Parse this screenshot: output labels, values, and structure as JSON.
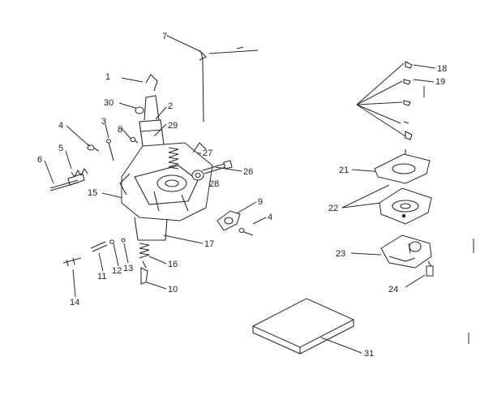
{
  "diagram": {
    "labels": {
      "l1": "1",
      "l2": "2",
      "l3": "3",
      "l4a": "4",
      "l4b": "4",
      "l5": "5",
      "l6": "6",
      "l7": "7",
      "l8": "8",
      "l9": "9",
      "l10": "10",
      "l11": "11",
      "l12": "12",
      "l13": "13",
      "l14": "14",
      "l15": "15",
      "l16": "16",
      "l17": "17",
      "l18": "18",
      "l19": "19",
      "l21": "21",
      "l22": "22",
      "l23": "23",
      "l24": "24",
      "l26": "26",
      "l27": "27",
      "l28": "28",
      "l29": "29",
      "l30": "30",
      "l31": "31"
    }
  }
}
